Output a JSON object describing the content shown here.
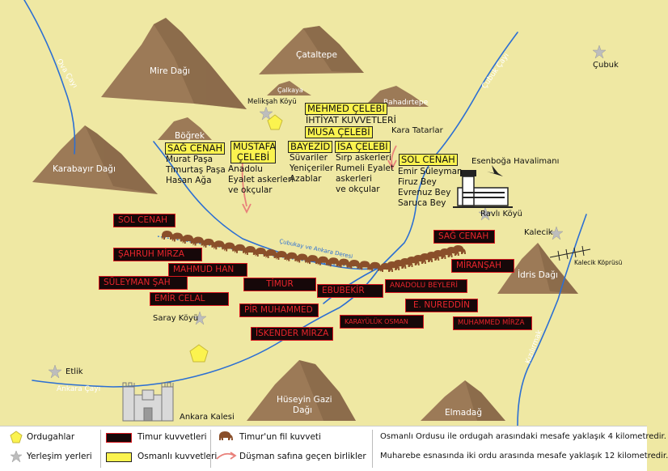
{
  "mountains": [
    {
      "name": "Mire Dağı"
    },
    {
      "name": "Çataltepe"
    },
    {
      "name": "Çalkaya"
    },
    {
      "name": "Bahadırtepe"
    },
    {
      "name": "Böğrek"
    },
    {
      "name": "Karabayır Dağı"
    },
    {
      "name": "İdris Dağı"
    },
    {
      "name": "Hüseyin Gazi Dağı"
    },
    {
      "name": "Elmadağ"
    }
  ],
  "places": {
    "meliksah": "Melikşah Köyü",
    "cubuk": "Çubuk",
    "kalecik": "Kalecik",
    "kalecik_bridge": "Kalecik Köprüsü",
    "saray": "Saray Köyü",
    "etlik": "Etlik",
    "ankara_kalesi": "Ankara Kalesi",
    "ravli": "Ravlı Köyü",
    "airport": "Esenboğa Havalimanı",
    "kara_tatarlar": "Kara Tatarlar"
  },
  "rivers": {
    "ova": "Ova Çayı",
    "cubuk_cayi": "Çubuk Çayı",
    "ankara_cayi": "Ankara Çayı",
    "kizilirmak": "Kızılırmak",
    "battle_line": "Çubukay ve Ankara Deresi"
  },
  "ottoman": {
    "mehmed": "MEHMED ÇELEBİ",
    "ihtiyat": "İHTİYAT KUVVETLERİ",
    "musa": "MUSA ÇELEBİ",
    "sag_cenah": "SAĞ CENAH",
    "sag_cenah_lines": [
      "Murat Paşa",
      "Timurtaş Paşa",
      "Hasan Ağa"
    ],
    "mustafa": "MUSTAFA ÇELEBİ",
    "mustafa_lines": [
      "Anadolu",
      "Eyalet askerleri",
      "ve okçular"
    ],
    "bayezid": "BAYEZİD",
    "bayezid_lines": [
      "Süvariler",
      "Yeniçeriler",
      "Azablar"
    ],
    "isa": "İSA ÇELEBİ",
    "isa_lines": [
      "Sırp askerleri",
      "Rumeli Eyalet",
      "askerleri",
      "ve okçular"
    ],
    "sol_cenah": "SOL CENAH",
    "sol_cenah_lines": [
      "Emir Süleyman",
      "Firuz Bey",
      "Evrenuz Bey",
      "Saruca Bey"
    ]
  },
  "timur": {
    "sol_cenah": "SOL CENAH",
    "sahruh": "ŞAHRUH MİRZA",
    "mahmud": "MAHMUD HAN",
    "suleyman": "SÜLEYMAN ŞAH",
    "timur": "TİMUR",
    "ebubekir": "EBUBEKİR",
    "anadolu_beyleri": "ANADOLU BEYLERİ",
    "emir_celal": "EMİR CELAL",
    "pir": "PİR MUHAMMED",
    "iskender": "İSKENDER MİRZA",
    "karayuluk": "KARAYÜLÜK OSMAN",
    "sag_cenah": "SAĞ CENAH",
    "miransah": "MİRANŞAH",
    "nureddin": "E. NUREDDİN",
    "muhammed": "MUHAMMED MİRZA"
  },
  "legend": {
    "orduguhlar": "Ordugahlar",
    "yerlesim": "Yerleşim yerleri",
    "timur_forces": "Timur kuvvetleri",
    "ottoman_forces": "Osmanlı kuvvetleri",
    "elephant": "Timur'un fil kuvveti",
    "defectors": "Düşman safına geçen birlikler",
    "distance1": "Osmanlı Ordusu ile ordugah arasındaki mesafe yaklaşık 4 kilometredir.",
    "distance2": "Muharebe esnasında iki ordu arasında mesafe yaklaşık 12 kilometredir."
  },
  "colors": {
    "background": "#efe8a3",
    "mountain": "#9c7a57",
    "river": "#2c6fd3",
    "ottoman": "#fbf34f",
    "timur_bg": "#160809",
    "timur_text": "#e8252c",
    "elephant": "#8a4f2a"
  }
}
